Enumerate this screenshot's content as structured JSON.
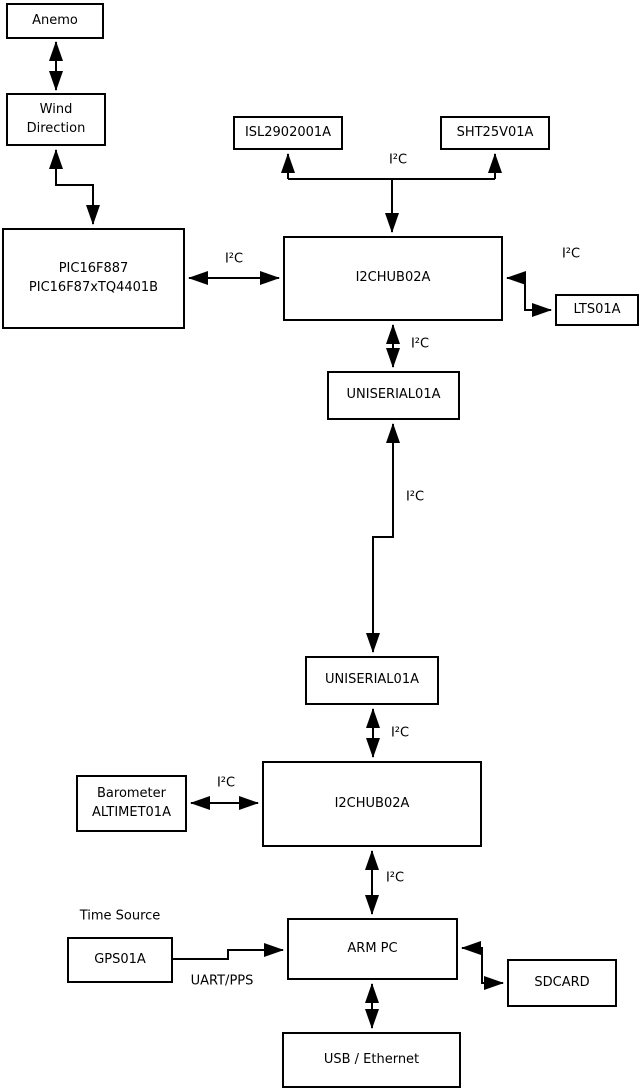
{
  "diagram": {
    "nodes": {
      "anemo": {
        "label": "Anemo"
      },
      "wind": {
        "label": "Wind\nDirection"
      },
      "pic": {
        "label": "PIC16F887\nPIC16F87xTQ4401B"
      },
      "isl": {
        "label": "ISL2902001A"
      },
      "sht": {
        "label": "SHT25V01A"
      },
      "hub1": {
        "label": "I2CHUB02A"
      },
      "lts": {
        "label": "LTS01A"
      },
      "uniserial1": {
        "label": "UNISERIAL01A"
      },
      "uniserial2": {
        "label": "UNISERIAL01A"
      },
      "hub2": {
        "label": "I2CHUB02A"
      },
      "barometer": {
        "label": "Barometer\nALTIMET01A"
      },
      "gps": {
        "label": "GPS01A"
      },
      "arm_pc": {
        "label": "ARM PC"
      },
      "sdcard": {
        "label": "SDCARD"
      },
      "usb": {
        "label": "USB / Ethernet"
      }
    },
    "edge_labels": {
      "i2c_top_bus": "I²C",
      "i2c_pic_hub1": "I²C",
      "i2c_hub1_lts": "I²C",
      "i2c_hub1_uniserial": "I²C",
      "i2c_uniserial_link": "I²C",
      "i2c_uniserial_hub2": "I²C",
      "i2c_barometer_hub2": "I²C",
      "i2c_hub2_armpc": "I²C",
      "time_source": "Time Source",
      "uart_pps": "UART/PPS"
    },
    "colors": {
      "background": "#ffffff",
      "line": "#000000",
      "box_fill": "#ffffff",
      "box_border": "#000000",
      "text": "#000000"
    }
  }
}
